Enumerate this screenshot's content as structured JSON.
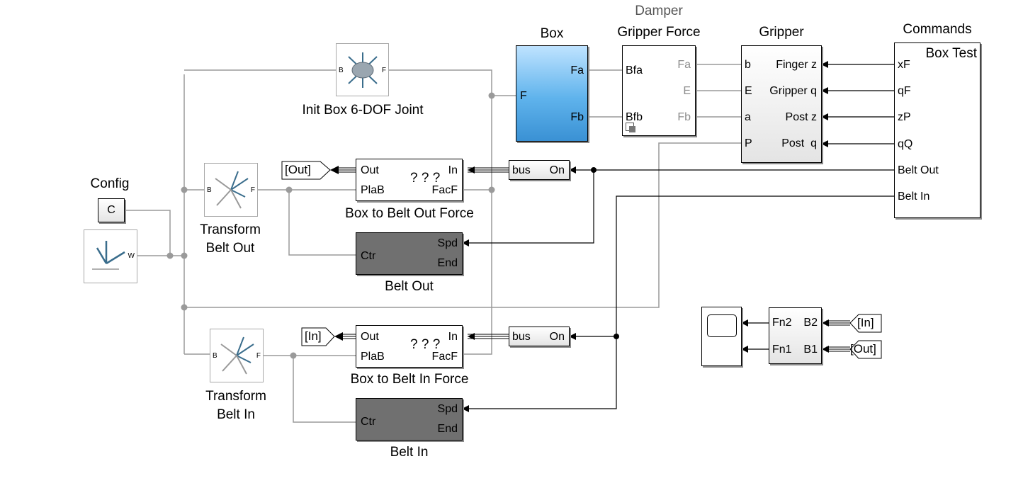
{
  "blocks": {
    "box": {
      "title": "Box",
      "ports": {
        "fa": "Fa",
        "fb": "Fb",
        "f": "F"
      }
    },
    "gripper_force": {
      "title_top": "Damper",
      "title": "Gripper Force",
      "ports": {
        "bfa": "Bfa",
        "bfb": "Bfb",
        "fa": "Fa",
        "e": "E",
        "fb": "Fb"
      }
    },
    "gripper": {
      "title": "Gripper",
      "ports": {
        "b": "b",
        "e": "E",
        "a": "a",
        "p": "P",
        "finger_z": "Finger z",
        "gripper_q": "Gripper q",
        "post_z": "Post z",
        "post_q": "Post  q"
      }
    },
    "commands": {
      "title": "Commands",
      "inner_title": "Box Test",
      "ports": {
        "xf": "xF",
        "qf": "qF",
        "zp": "zP",
        "qq": "qQ",
        "belt_out": "Belt Out",
        "belt_in": "Belt In"
      }
    },
    "init_joint": {
      "title": "Init Box 6-DOF Joint",
      "ports": {
        "b": "B",
        "f": "F"
      }
    },
    "config": {
      "title": "Config",
      "label": "C"
    },
    "world_frame": {
      "port": "W"
    },
    "transform_out": {
      "title_l1": "Transform",
      "title_l2": "Belt Out",
      "ports": {
        "b": "B",
        "f": "F"
      }
    },
    "transform_in": {
      "title_l1": "Transform",
      "title_l2": "Belt In",
      "ports": {
        "b": "B",
        "f": "F"
      }
    },
    "force_out": {
      "title": "Box to Belt Out Force",
      "ports": {
        "out": "Out",
        "in": "In",
        "plab": "PlaB",
        "facf": "FacF",
        "mid": "? ? ?"
      }
    },
    "force_in": {
      "title": "Box to Belt In Force",
      "ports": {
        "out": "Out",
        "in": "In",
        "plab": "PlaB",
        "facf": "FacF",
        "mid": "? ? ?"
      }
    },
    "bus_out": {
      "ports": {
        "bus": "bus",
        "on": "On"
      }
    },
    "bus_in": {
      "ports": {
        "bus": "bus",
        "on": "On"
      }
    },
    "belt_out": {
      "title": "Belt Out",
      "ports": {
        "spd": "Spd",
        "end": "End",
        "ctr": "Ctr"
      }
    },
    "belt_in": {
      "title": "Belt In",
      "ports": {
        "spd": "Spd",
        "end": "End",
        "ctr": "Ctr"
      }
    },
    "goto_out": {
      "label": "[Out]"
    },
    "goto_in": {
      "label": "[In]"
    },
    "from_in": {
      "label": "[In]"
    },
    "from_out": {
      "label": "[Out]"
    },
    "fn_mux": {
      "ports": {
        "fn2": "Fn2",
        "fn1": "Fn1",
        "b2": "B2",
        "b1": "B1"
      }
    }
  },
  "colors": {
    "signal": "#000000",
    "physical": "#9a9a9a",
    "block_gray": "#707070",
    "box_blue": "#5fb3ec"
  }
}
